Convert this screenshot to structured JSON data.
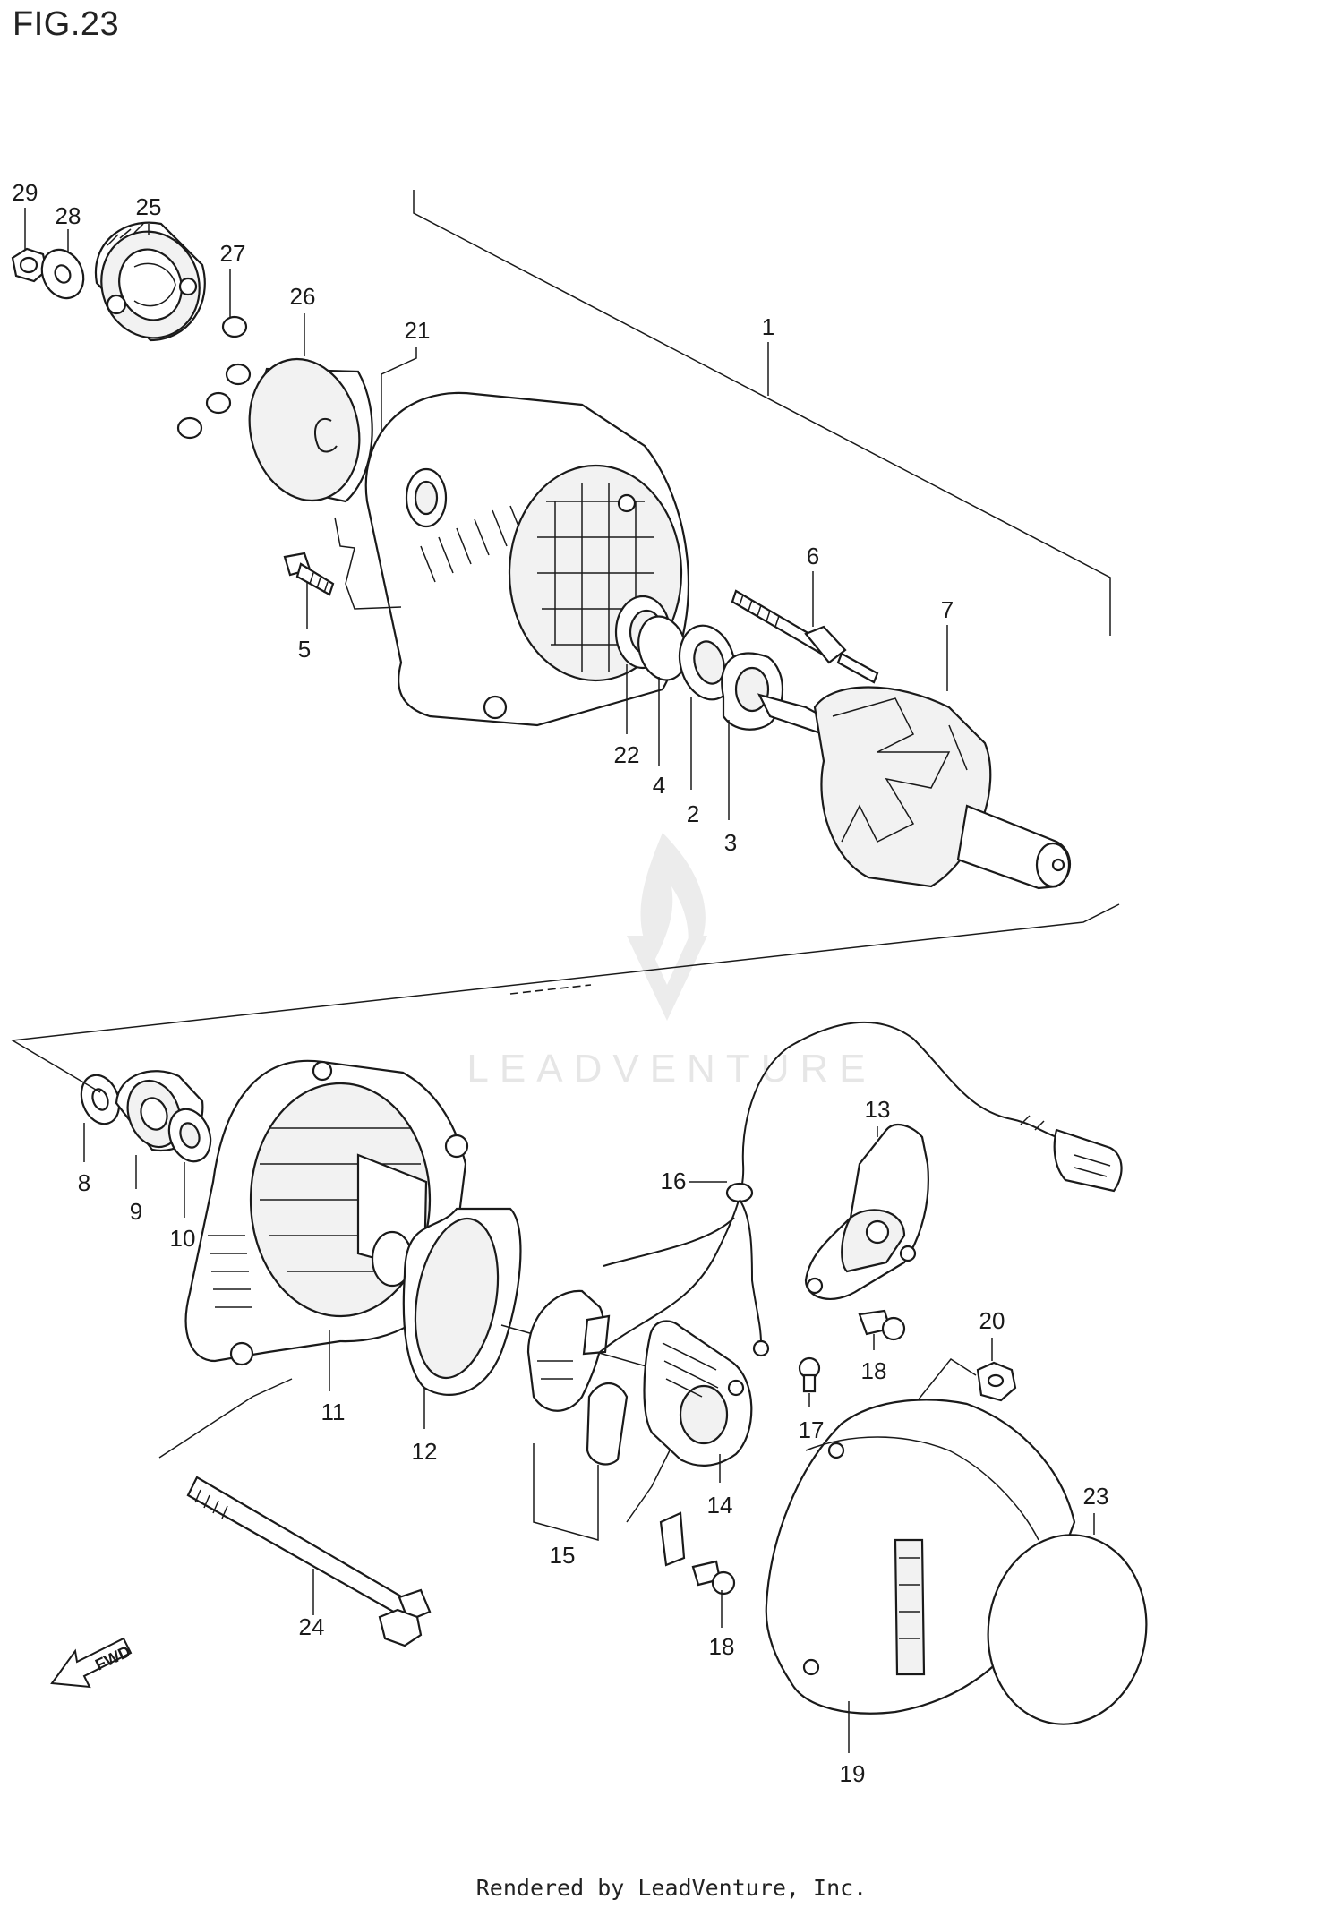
{
  "figure": {
    "title": "FIG.23",
    "footer": "Rendered by LeadVenture, Inc.",
    "watermark": "LEADVENTURE"
  },
  "callouts": [
    {
      "id": "29",
      "label": "29"
    },
    {
      "id": "28",
      "label": "28"
    },
    {
      "id": "25",
      "label": "25"
    },
    {
      "id": "27",
      "label": "27"
    },
    {
      "id": "26",
      "label": "26"
    },
    {
      "id": "21",
      "label": "21"
    },
    {
      "id": "1",
      "label": "1"
    },
    {
      "id": "6",
      "label": "6"
    },
    {
      "id": "7",
      "label": "7"
    },
    {
      "id": "5",
      "label": "5"
    },
    {
      "id": "22",
      "label": "22"
    },
    {
      "id": "4",
      "label": "4"
    },
    {
      "id": "2",
      "label": "2"
    },
    {
      "id": "3",
      "label": "3"
    },
    {
      "id": "8",
      "label": "8"
    },
    {
      "id": "9",
      "label": "9"
    },
    {
      "id": "10",
      "label": "10"
    },
    {
      "id": "11",
      "label": "11"
    },
    {
      "id": "12",
      "label": "12"
    },
    {
      "id": "13",
      "label": "13"
    },
    {
      "id": "16",
      "label": "16"
    },
    {
      "id": "14",
      "label": "14"
    },
    {
      "id": "15",
      "label": "15"
    },
    {
      "id": "17",
      "label": "17"
    },
    {
      "id": "18a",
      "label": "18"
    },
    {
      "id": "20",
      "label": "20"
    },
    {
      "id": "23",
      "label": "23"
    },
    {
      "id": "24",
      "label": "24"
    },
    {
      "id": "18b",
      "label": "18"
    },
    {
      "id": "19",
      "label": "19"
    }
  ],
  "direction_tag": "FWD"
}
